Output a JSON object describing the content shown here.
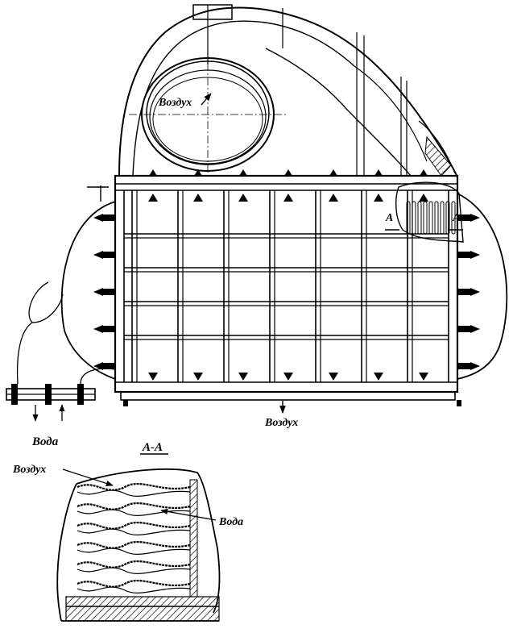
{
  "labels": {
    "air_inlet": "Воздух",
    "air_outlet": "Воздух",
    "water_left": "Вода",
    "section_mark_left": "А",
    "section_mark_right": "А",
    "section_title": "А-А",
    "section_air": "Воздух",
    "section_water": "Вода"
  },
  "colors": {
    "ink": "#000000",
    "paper": "#ffffff"
  },
  "icons": [
    "arrow-icon"
  ]
}
